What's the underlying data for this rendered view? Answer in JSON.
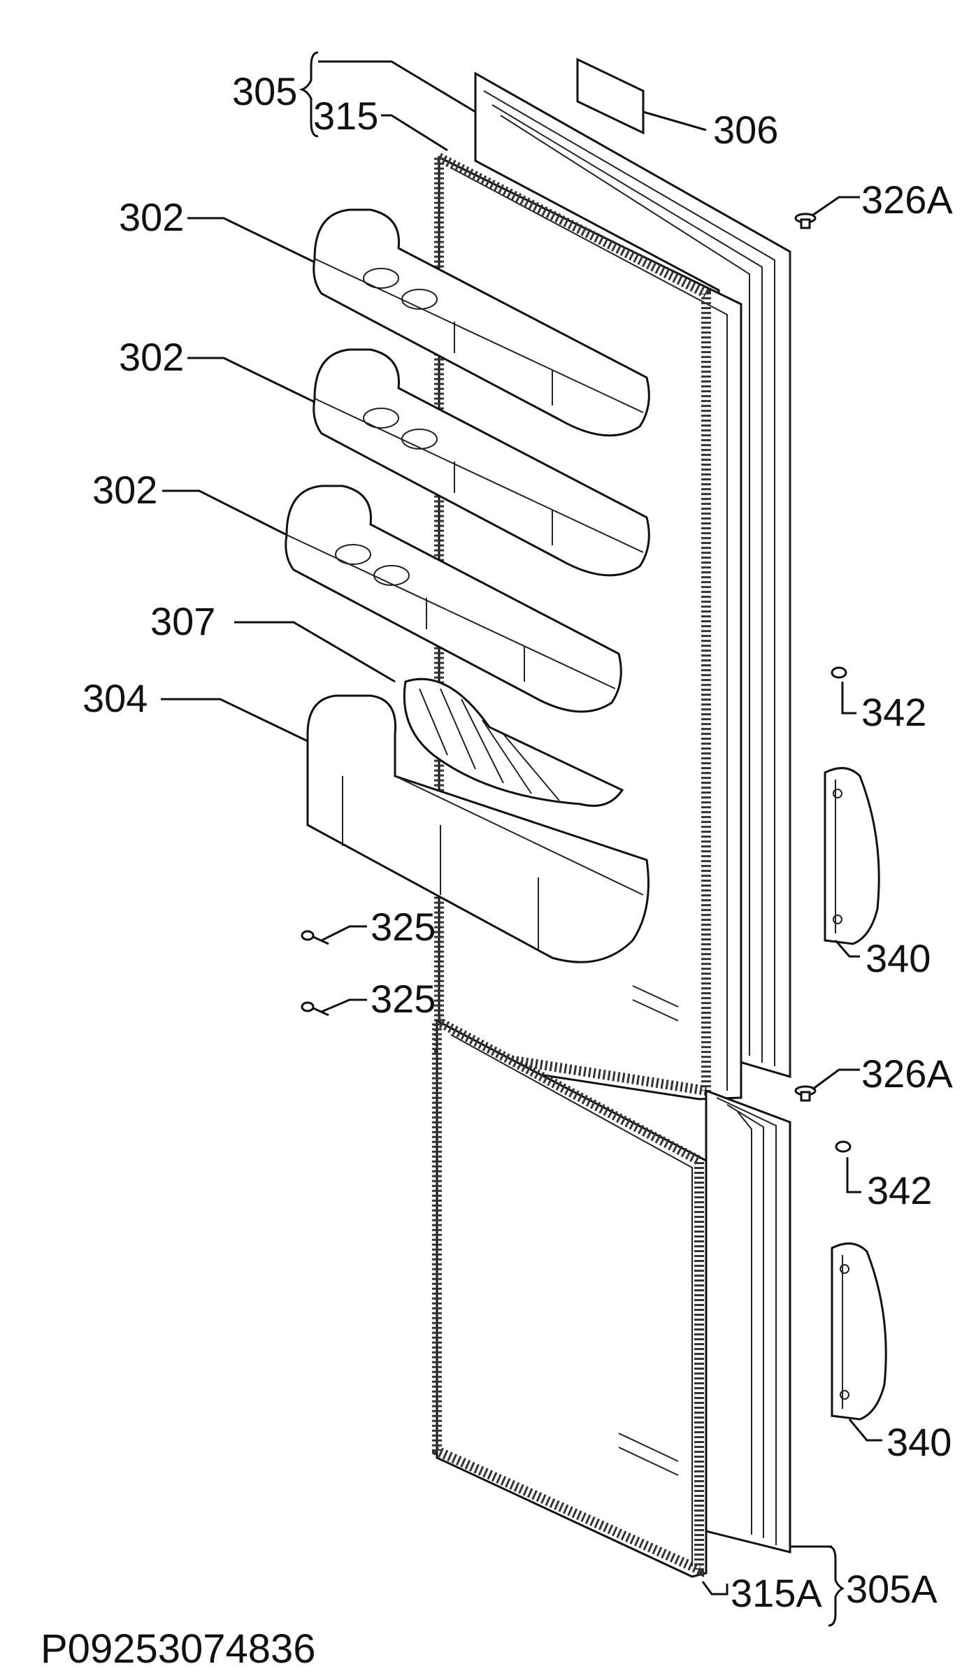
{
  "labels": {
    "l305": "305",
    "l315": "315",
    "l306": "306",
    "l326a_top": "326A",
    "l302_a": "302",
    "l302_b": "302",
    "l302_c": "302",
    "l307": "307",
    "l304": "304",
    "l342_top": "342",
    "l340_top": "340",
    "l325_a": "325",
    "l325_b": "325",
    "l326a_bottom": "326A",
    "l342_bottom": "342",
    "l340_bottom": "340",
    "l315a": "315A",
    "l305a": "305A"
  },
  "drawing_code": "P09253074836"
}
